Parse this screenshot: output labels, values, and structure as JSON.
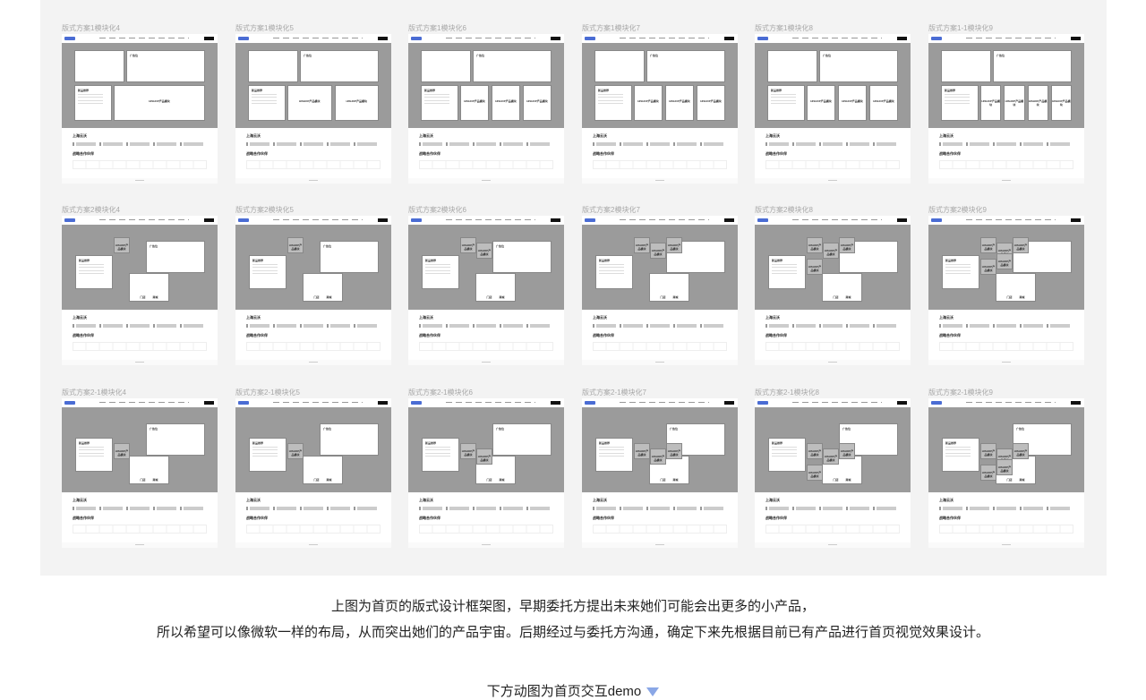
{
  "panel": {
    "rows": [
      {
        "titles": [
          "版式方案1模块化4",
          "版式方案1模块化5",
          "版式方案1模块化6",
          "版式方案1模块化7",
          "版式方案1模块化8",
          "版式方案1-1模块化9"
        ]
      },
      {
        "titles": [
          "版式方案2模块化4",
          "版式方案2模块化5",
          "版式方案2模块化6",
          "版式方案2模块化7",
          "版式方案2模块化8",
          "版式方案2模块化9"
        ]
      },
      {
        "titles": [
          "版式方案2-1模块化4",
          "版式方案2-1模块化5",
          "版式方案2-1模块化6",
          "版式方案2-1模块化7",
          "版式方案2-1模块化8",
          "版式方案2-1模块化9"
        ]
      }
    ],
    "thumb_labels": {
      "new_product": "新品推荐",
      "ad": "广告位",
      "product": "HISHOP产品模块",
      "company": "上海云沃",
      "partners": "战略合作伙伴",
      "store": "门店",
      "mall": "商城"
    }
  },
  "caption": {
    "line1": "上图为首页的版式设计框架图，早期委托方提出未来她们可能会出更多的小产品，",
    "line2": "所以希望可以像微软一样的布局，从而突出她们的产品宇宙。后期经过与委托方沟通，确定下来先根据目前已有产品进行首页视觉效果设计。"
  },
  "demo": {
    "label": "下方动图为首页交互demo",
    "arrow_icon": "triangle-down-icon",
    "arrow_color": "#8aa7e6"
  }
}
